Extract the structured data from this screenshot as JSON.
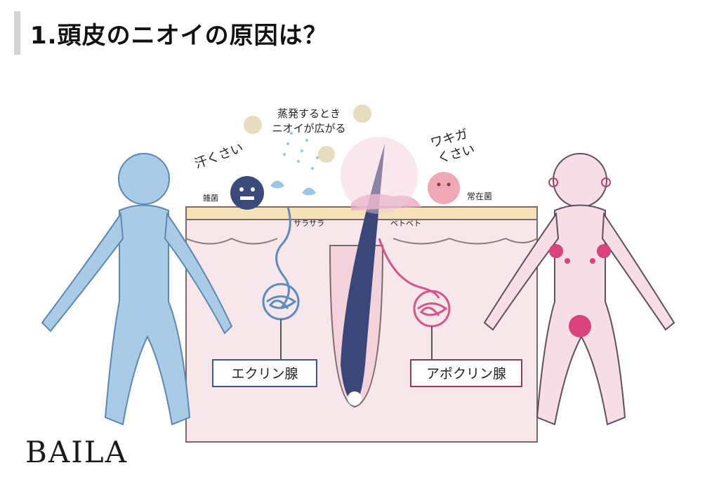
{
  "heading": {
    "title": "1.頭皮のニオイの原因は？"
  },
  "diagram": {
    "labels": {
      "evaporation_line1": "蒸発するとき",
      "evaporation_line2": "ニオイが広がる",
      "sweaty": "汗くさい",
      "armpit_line1": "ワキガ",
      "armpit_line2": "くさい",
      "various_bacteria": "雑菌",
      "resident_bacteria": "常在菌",
      "smooth": "サラサラ",
      "sticky": "ベトベト",
      "eccrine_gland": "エクリン腺",
      "apocrine_gland": "アポクリン腺"
    }
  },
  "brand": {
    "logo_text": "BAILA"
  },
  "colors": {
    "blue_figure": "#a9cbe6",
    "pink_figure": "#f6dde6",
    "skin": "#f7e6ea",
    "hair": "#3a4778",
    "accent_pink": "#d9427a"
  }
}
